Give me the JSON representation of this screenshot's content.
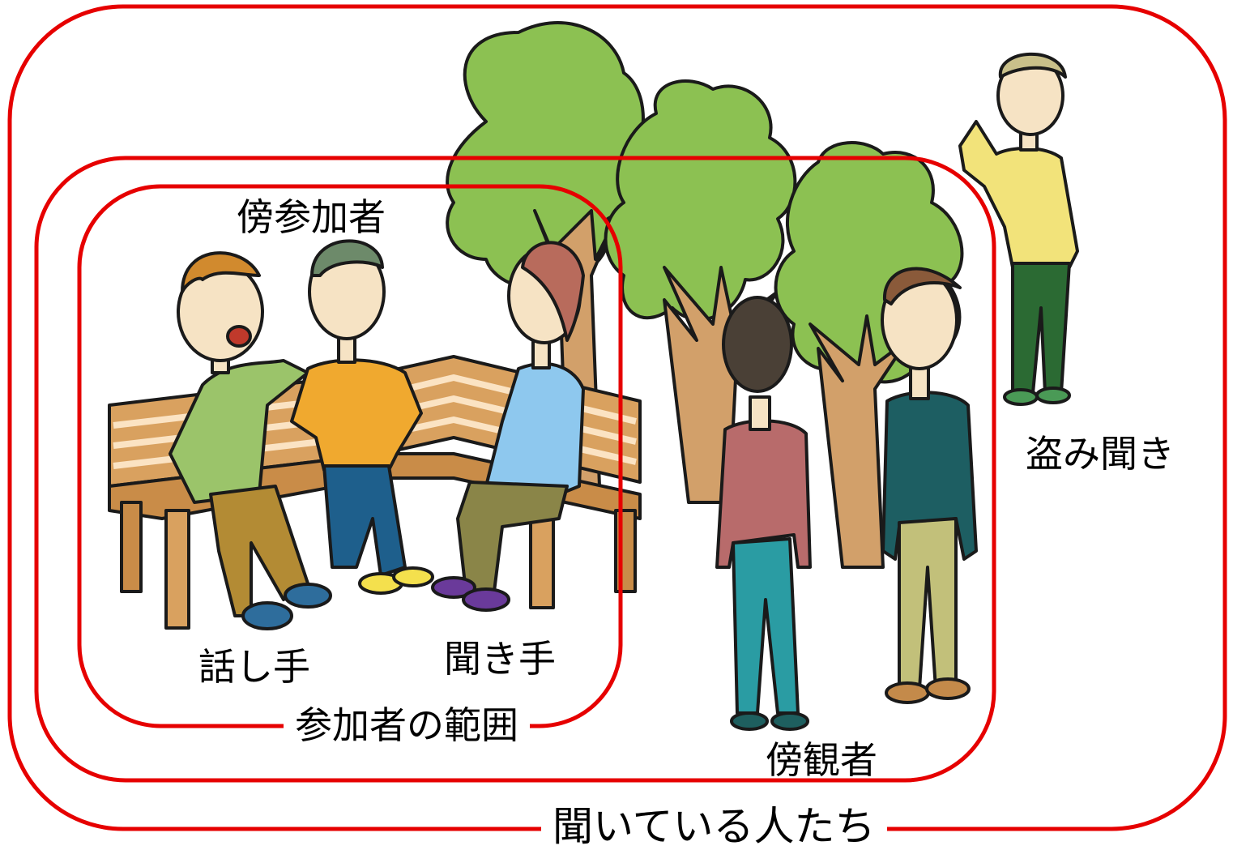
{
  "labels": {
    "side_participant": "傍参加者",
    "speaker": "話し手",
    "listener": "聞き手",
    "participant_range": "参加者の範囲",
    "bystander": "傍観者",
    "eavesdropper": "盗み聞き",
    "hearers": "聞いている人たち"
  },
  "colors": {
    "frame": "#e60000",
    "tree_leaf": "#8cc152",
    "tree_trunk": "#d2a06a",
    "bench": "#d9a15f",
    "outline": "#1a1a1a"
  }
}
